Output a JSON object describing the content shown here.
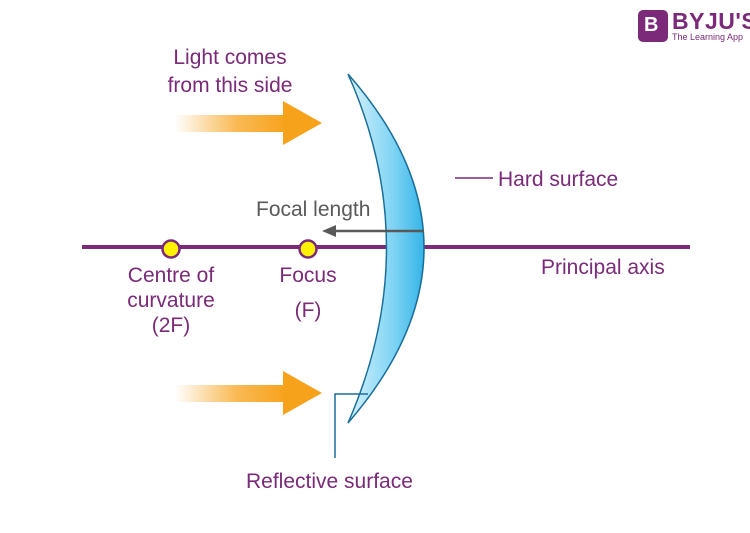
{
  "logo": {
    "mark": "B",
    "brand": "BYJU'S",
    "tagline": "The Learning App"
  },
  "labels": {
    "light_line1": "Light comes",
    "light_line2": "from this side",
    "focal_length": "Focal length",
    "hard_surface": "Hard surface",
    "principal_axis": "Principal axis",
    "centre_line1": "Centre of",
    "centre_line2": "curvature",
    "centre_line3": "(2F)",
    "focus_line1": "Focus",
    "focus_line2": "(F)",
    "reflective_surface": "Reflective surface"
  },
  "colors": {
    "axis": "#7a2a78",
    "label_text": "#7a2a78",
    "focal_text": "#595959",
    "mirror_fill": "#5ec8f0",
    "mirror_stroke": "#1a6f9a",
    "ray_arrow": "#f7a21b",
    "point_fill": "#fff200"
  }
}
